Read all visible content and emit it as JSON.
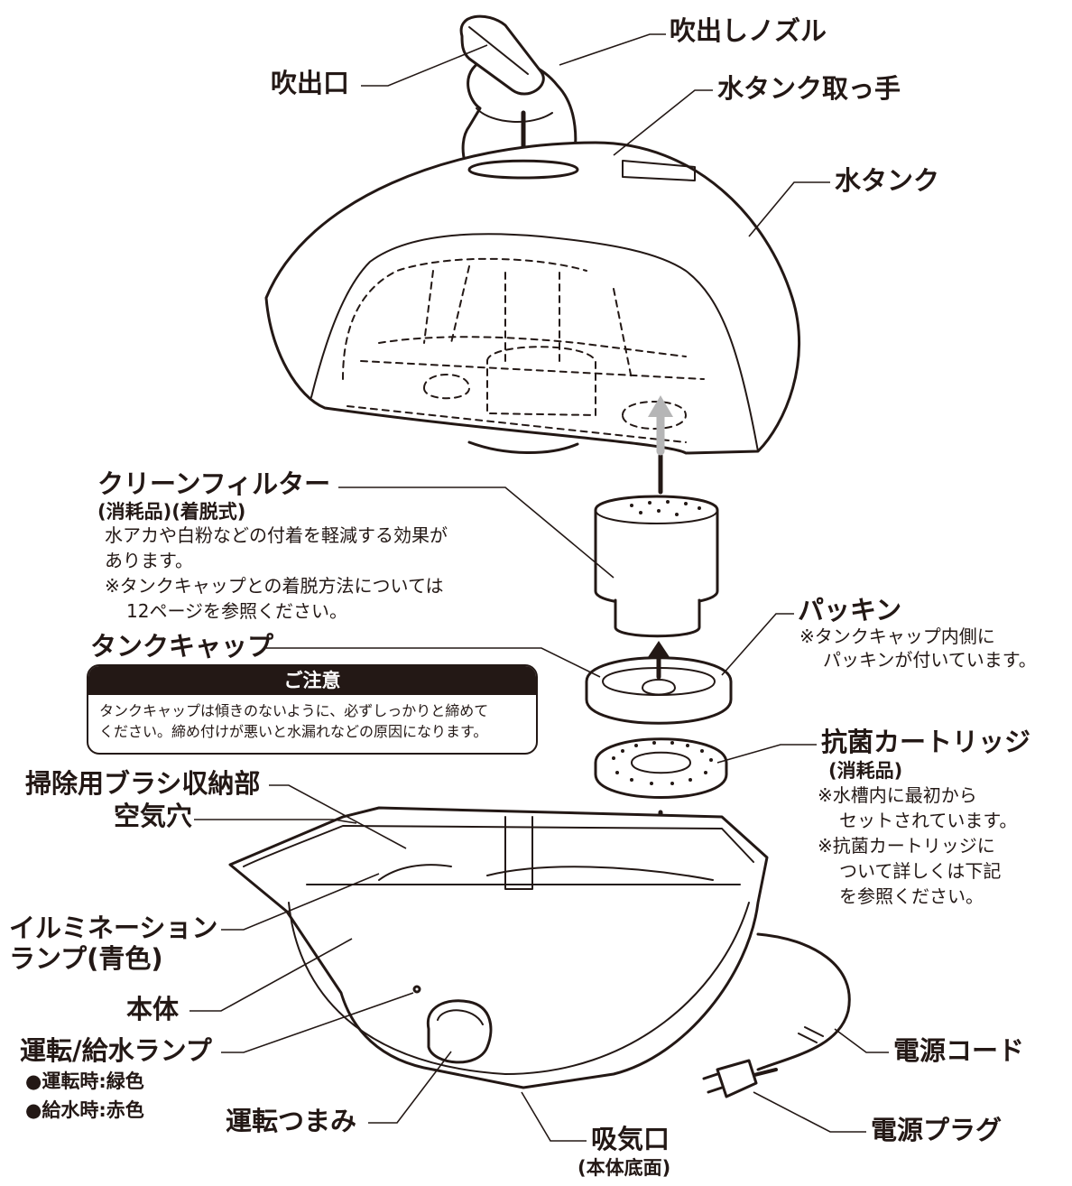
{
  "labels": {
    "fukidashi_nozzle": "吹出しノズル",
    "fukidashiguchi": "吹出口",
    "tank_handle": "水タンク取っ手",
    "water_tank": "水タンク",
    "clean_filter": "クリーンフィルター",
    "clean_filter_sub": "(消耗品)(着脱式)",
    "clean_filter_note_1": "水アカや白粉などの付着を軽減する効果が",
    "clean_filter_note_2": "あります。",
    "clean_filter_note_3": "※タンクキャップとの着脱方法については",
    "clean_filter_note_4": "12ページを参照ください。",
    "packing": "パッキン",
    "packing_note_1": "※タンクキャップ内側に",
    "packing_note_2": "パッキンが付いています。",
    "tank_cap": "タンクキャップ",
    "antibacterial_cartridge": "抗菌カートリッジ",
    "antibacterial_sub": "(消耗品)",
    "antibacterial_note_1": "※水槽内に最初から",
    "antibacterial_note_2": "セットされています。",
    "antibacterial_note_3": "※抗菌カートリッジに",
    "antibacterial_note_4": "ついて詳しくは下記",
    "antibacterial_note_5": "を参照ください。",
    "brush_storage": "掃除用ブラシ収納部",
    "air_hole": "空気穴",
    "illumination_lamp_1": "イルミネーション",
    "illumination_lamp_2": "ランプ(青色)",
    "main_body": "本体",
    "operation_lamp": "運転/給水ランプ",
    "operation_lamp_green": "●運転時:緑色",
    "operation_lamp_red": "●給水時:赤色",
    "operation_knob": "運転つまみ",
    "air_intake": "吸気口",
    "air_intake_sub": "(本体底面)",
    "power_cord": "電源コード",
    "power_plug": "電源プラグ"
  },
  "caution": {
    "title": "ご注意",
    "line_1": "タンクキャップは傾きのないように、必ずしっかりと締めて",
    "line_2": "ください。締め付けが悪いと水漏れなどの原因になります。"
  },
  "colors": {
    "ink": "#231815",
    "arrow_light": "#b5b5b6",
    "paper": "#ffffff"
  }
}
